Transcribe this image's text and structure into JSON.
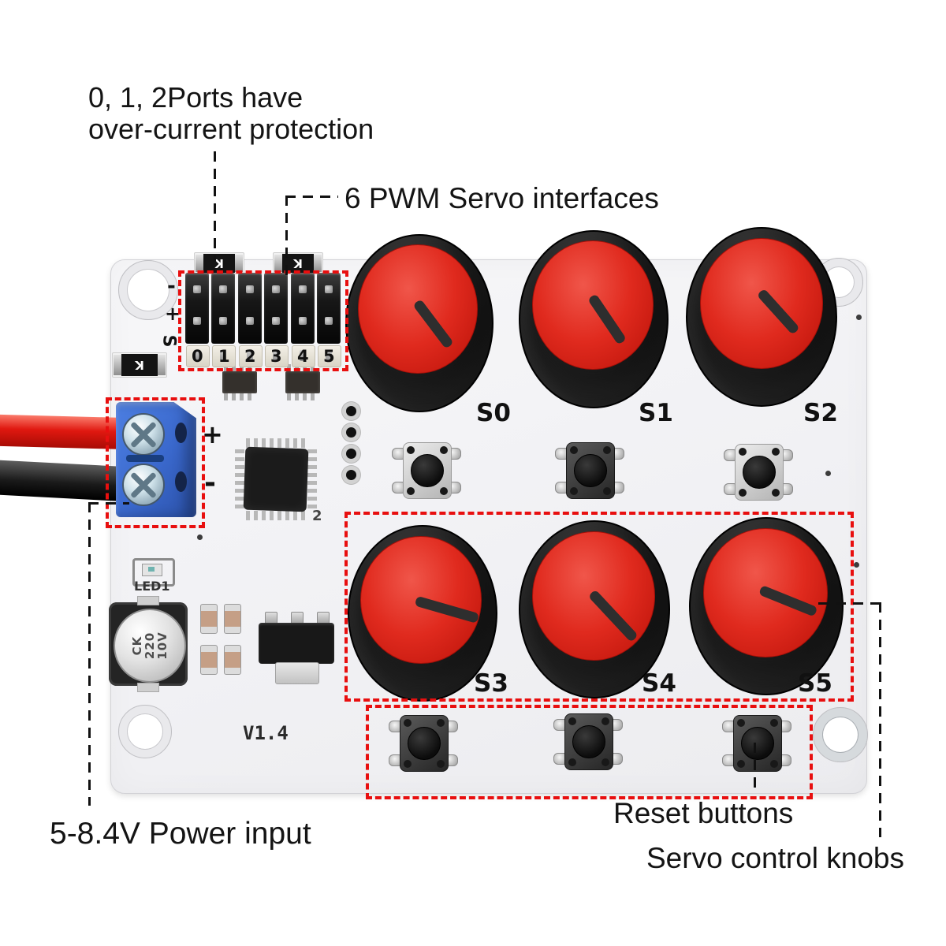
{
  "annotations": {
    "ports_line1": "0, 1, 2Ports have",
    "ports_line2": "over-current protection",
    "pwm": "6 PWM Servo interfaces",
    "power": "5-8.4V Power input",
    "reset": "Reset buttons",
    "servo_knobs": "Servo control knobs"
  },
  "board": {
    "version": "V1.4",
    "led_label": "LED1",
    "mcu_marking": "2",
    "diode_marking": "K",
    "capacitor": {
      "lines": [
        "CK",
        "220",
        "10V"
      ]
    },
    "terminal": {
      "plus": "+",
      "minus": "-"
    },
    "header": {
      "row_labels": [
        "-",
        "+",
        "S"
      ],
      "pin_numbers": [
        "0",
        "1",
        "2",
        "3",
        "4",
        "5"
      ]
    },
    "knob_labels": [
      "S0",
      "S1",
      "S2",
      "S3",
      "S4",
      "S5"
    ]
  },
  "colors": {
    "annotation_text": "#141414",
    "highlight_dashed": "#e80f0f",
    "knob_cap_red": "#d92419",
    "knob_body_black": "#161616",
    "terminal_blue": "#3a68cc",
    "wire_red": "#d81510",
    "wire_black": "#1b1b1b",
    "pcb_white": "#f4f4f6"
  }
}
